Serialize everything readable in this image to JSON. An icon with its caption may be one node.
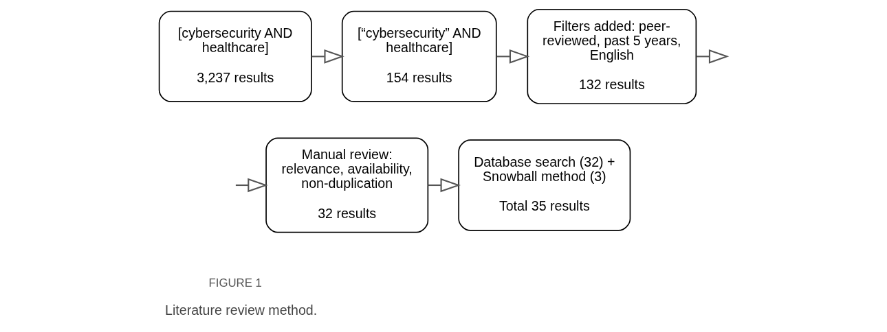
{
  "diagram": {
    "caption": "Literature review method.",
    "nodes": [
      {
        "text": [
          "[cybersecurity AND healthcare]",
          "3,237 results"
        ]
      },
      {
        "text": [
          "[“cybersecurity” AND healthcare]",
          "154 results"
        ]
      },
      {
        "text": [
          "Filters added: peer-reviewed, past 5 years, English",
          "132 results"
        ]
      },
      {
        "text": [
          "Manual review: relevance, availability, non-duplication",
          "32 results"
        ]
      },
      {
        "text": [
          "Database search (32) + Snowball method (3)",
          "Total 35 results"
        ]
      }
    ],
    "edges": [
      {
        "from": 0,
        "to": 1,
        "arrow": "to"
      },
      {
        "from": 1,
        "to": 2,
        "arrow": "to"
      },
      {
        "from": 2,
        "to": null,
        "arrow": "to"
      },
      {
        "from": null,
        "to": 3,
        "arrow": "to"
      },
      {
        "from": 3,
        "to": 4,
        "arrow": "to"
      }
    ],
    "labels": [
      "FIGURE 1"
    ]
  }
}
